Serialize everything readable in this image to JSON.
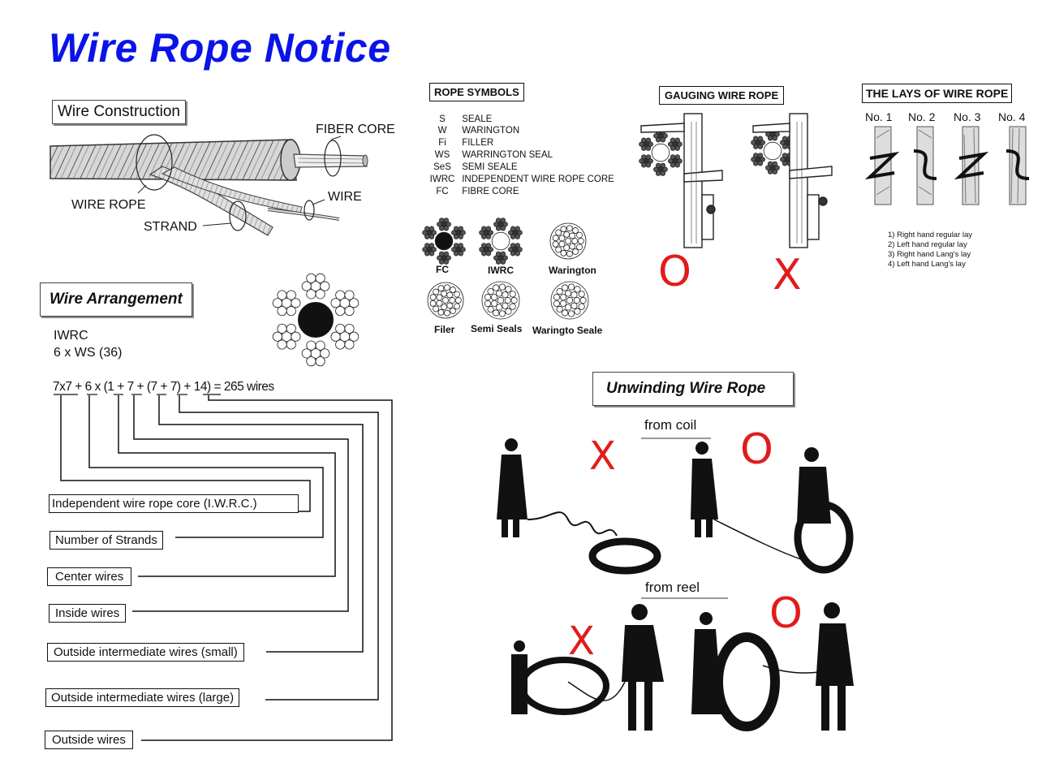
{
  "title": "Wire Rope Notice",
  "construction": {
    "heading": "Wire Construction",
    "fiber_core": "FIBER CORE",
    "wire_rope": "WIRE ROPE",
    "wire": "WIRE",
    "strand": "STRAND"
  },
  "arrangement": {
    "heading": "Wire Arrangement",
    "type_line1": "IWRC",
    "type_line2": "6 x WS (36)",
    "formula": "7x7 + 6 x (1 + 7 + (7 + 7) + 14) = 265 wires",
    "labels": [
      "Independent wire rope core (I.W.R.C.)",
      "Number of Strands",
      "Center wires",
      "Inside wires",
      "Outside intermediate wires (small)",
      "Outside intermediate wires (large)",
      "Outside wires"
    ]
  },
  "symbols": {
    "heading": "ROPE SYMBOLS",
    "items": [
      {
        "code": "S",
        "name": "SEALE"
      },
      {
        "code": "W",
        "name": "WARINGTON"
      },
      {
        "code": "Fi",
        "name": "FILLER"
      },
      {
        "code": "WS",
        "name": "WARRINGTON SEAL"
      },
      {
        "code": "SeS",
        "name": "SEMI SEALE"
      },
      {
        "code": "IWRC",
        "name": "INDEPENDENT WIRE ROPE CORE"
      },
      {
        "code": "FC",
        "name": "FIBRE CORE"
      }
    ],
    "sections": [
      "FC",
      "IWRC",
      "Warington",
      "Filer",
      "Semi Seals",
      "Waringto Seale"
    ]
  },
  "gauging": {
    "heading": "GAUGING WIRE ROPE",
    "correct": "O",
    "wrong": "X"
  },
  "lays": {
    "heading": "THE LAYS OF WIRE ROPE",
    "numbers": [
      "No. 1",
      "No. 2",
      "No. 3",
      "No. 4"
    ],
    "descriptions": [
      "1)   Right hand regular lay",
      "2)   Left hand regular lay",
      "3)   Right hand Lang's lay",
      "4)   Left hand Lang's lay"
    ]
  },
  "unwinding": {
    "heading": "Unwinding Wire Rope",
    "from_coil": "from coil",
    "from_reel": "from reel",
    "coil_wrong": "X",
    "coil_right": "O",
    "reel_wrong": "X",
    "reel_right": "O"
  }
}
